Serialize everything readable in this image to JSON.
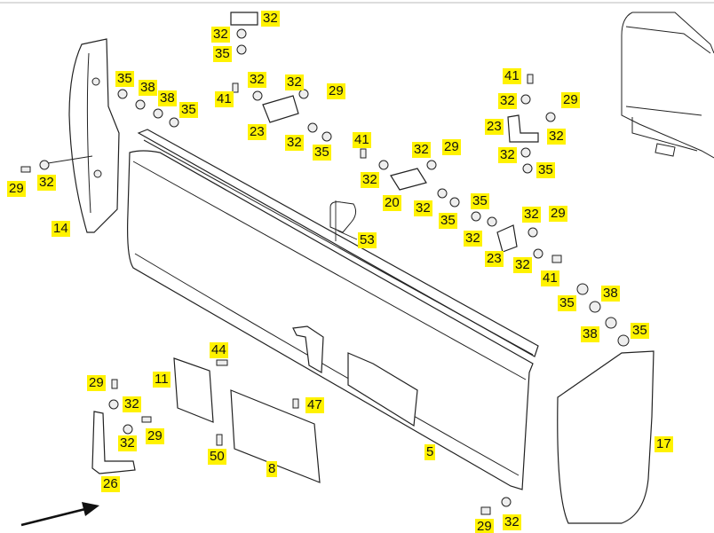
{
  "callouts": {
    "c32_a": "32",
    "c32_b": "32",
    "c35_a": "35",
    "c35_b": "35",
    "c38_a": "38",
    "c38_b": "38",
    "c35_c": "35",
    "c29_a": "29",
    "c32_c": "32",
    "c14": "14",
    "c41_a": "41",
    "c32_d": "32",
    "c32_e": "32",
    "c29_b": "29",
    "c23_a": "23",
    "c32_f": "32",
    "c35_d": "35",
    "c41_b": "41",
    "c32_g": "32",
    "c29_c": "29",
    "c32_h": "32",
    "c20": "20",
    "c32_i": "32",
    "c35_e": "35",
    "c41_c": "41",
    "c32_j": "32",
    "c29_d": "29",
    "c23_b": "23",
    "c32_k": "32",
    "c32_l": "32",
    "c35_f": "35",
    "c35_g": "35",
    "c32_m": "32",
    "c32_n": "32",
    "c29_e": "29",
    "c23_c": "23",
    "c32_o": "32",
    "c41_d": "41",
    "c53": "53",
    "c35_h": "35",
    "c38_c": "38",
    "c38_d": "38",
    "c35_i": "35",
    "c44": "44",
    "c11": "11",
    "c29_f": "29",
    "c32_p": "32",
    "c32_q": "32",
    "c29_g": "29",
    "c47": "47",
    "c50": "50",
    "c8": "8",
    "c26": "26",
    "c5": "5",
    "c17": "17",
    "c29_h": "29",
    "c32_r": "32"
  }
}
